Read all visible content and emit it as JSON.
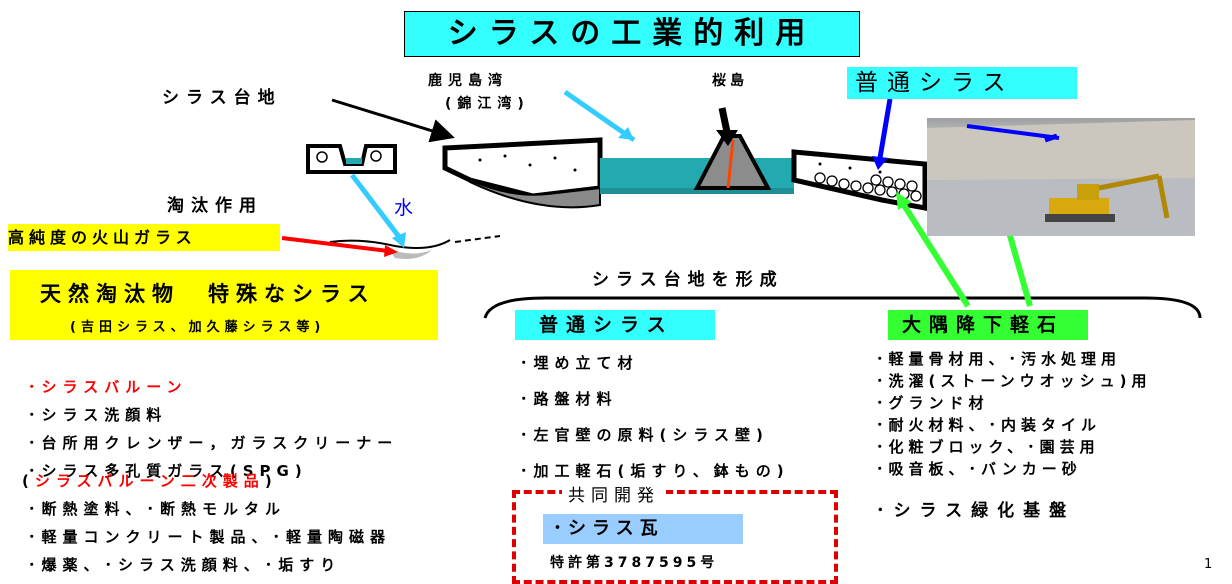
{
  "title": "シラスの工業的利用",
  "labels": {
    "shirasu_daichi": "シラス台地",
    "kagoshima_bay": "鹿児島湾",
    "kinko_bay": "(錦江湾)",
    "sakurajima": "桜島",
    "futsu_shirasu_top": "普通シラス",
    "toutasayou": "淘汰作用",
    "mizu": "水",
    "koujundo": "高純度の火山ガラス",
    "daichi_keisei": "シラス台地を形成",
    "page_number": "1"
  },
  "natural": {
    "heading": "天然淘汰物　特殊なシラス",
    "sub": "(吉田シラス、加久藤シラス等)",
    "items": [
      "･シラスバルーン",
      "･シラス洗顔料",
      "･台所用クレンザー，ガラスクリーナー",
      "･シラス多孔質ガラス(SPG)"
    ],
    "secondary_open": "(",
    "secondary_label": "シラスバルーン二次製品",
    "secondary_close": ")",
    "secondary_items": [
      "･断熱塗料、･断熱モルタル",
      "･軽量コンクリート製品、･軽量陶磁器",
      "･爆薬、･シラス洗顔料、･垢すり"
    ]
  },
  "ordinary": {
    "heading": "普通シラス",
    "items": [
      "･埋め立て材",
      "･路盤材料",
      "･左官壁の原料(シラス壁)",
      "･加工軽石(垢すり、鉢もの)"
    ],
    "joint": "共同開発",
    "tile": "･シラス瓦",
    "patent": "特許第3787595号"
  },
  "osumi": {
    "heading": "大隅降下軽石",
    "items": [
      "･軽量骨材用、･汚水処理用",
      "･洗濯(ストーンウオッシュ)用",
      "･グランド材",
      "･耐火材料、･内装タイル",
      "･化粧ブロック、･園芸用",
      "･吸音板、･バンカー砂"
    ],
    "greening": "･シラス緑化基盤"
  },
  "colors": {
    "title_bg": "#33ffff",
    "yellow": "#ffff00",
    "green": "#33ff33",
    "red": "#ff0000",
    "sea": "#22aab0",
    "blue_arrow": "#0000ff",
    "cyan_arrow": "#33ccff"
  }
}
